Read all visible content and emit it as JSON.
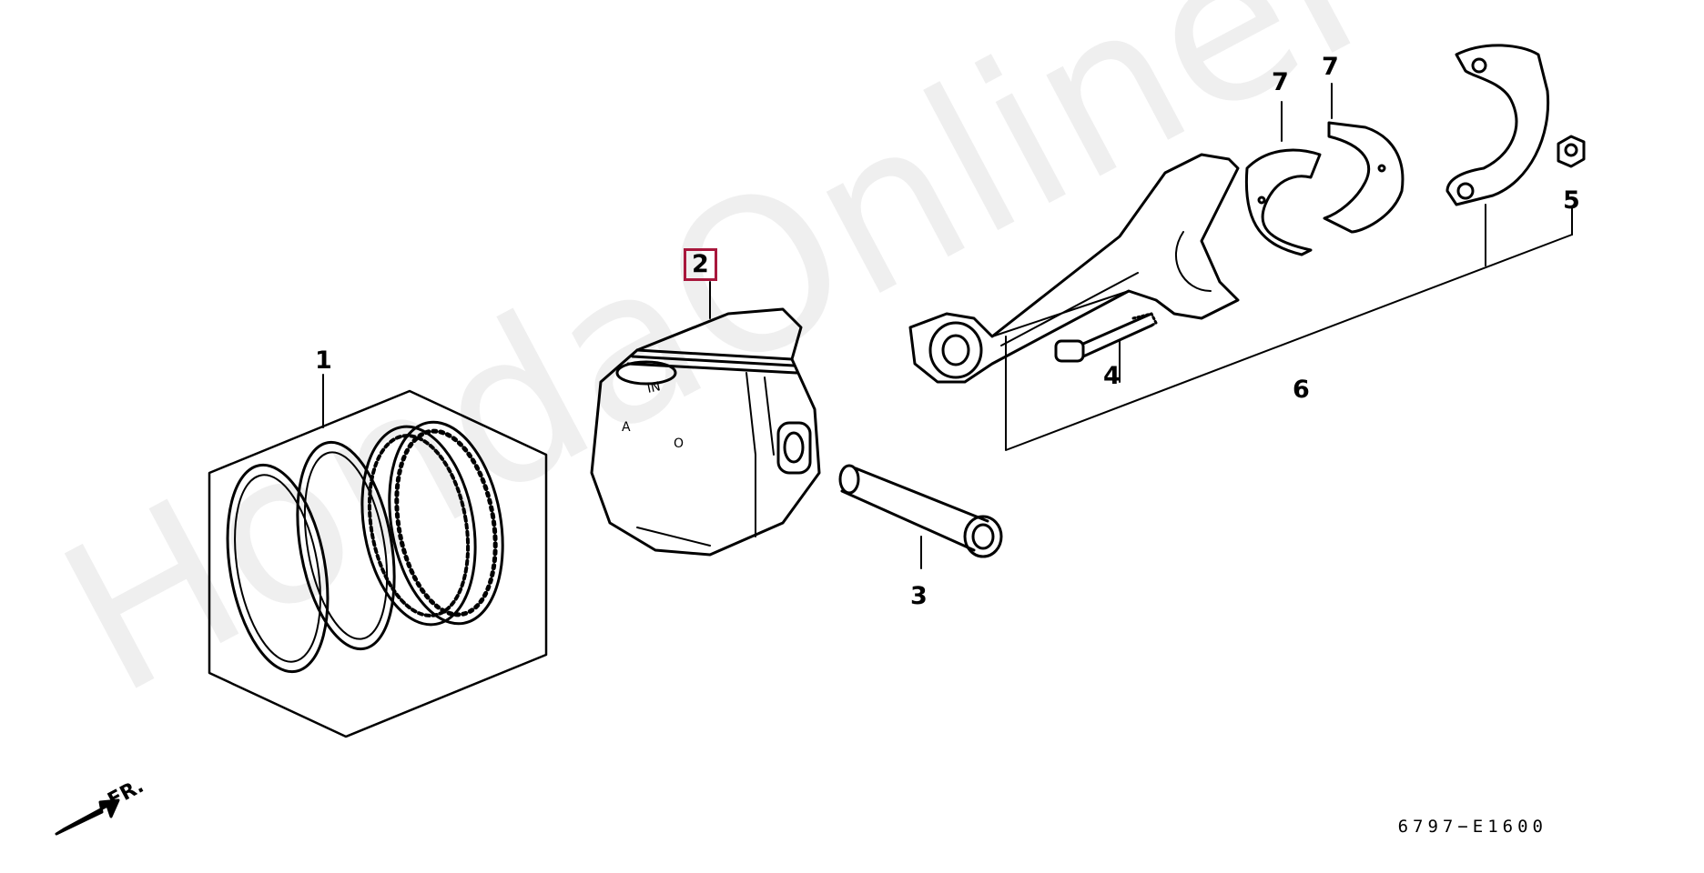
{
  "watermark": "HondaOnlineParts.ru",
  "direction_label": "FR.",
  "diagram_code": "6797−E1600",
  "piston_markings": [
    "IN",
    "A",
    "O"
  ],
  "highlight_color": "#a8173c",
  "callouts": [
    {
      "id": "1",
      "label": "1",
      "highlighted": false
    },
    {
      "id": "2",
      "label": "2",
      "highlighted": true
    },
    {
      "id": "3",
      "label": "3",
      "highlighted": false
    },
    {
      "id": "4",
      "label": "4",
      "highlighted": false
    },
    {
      "id": "5",
      "label": "5",
      "highlighted": false
    },
    {
      "id": "6",
      "label": "6",
      "highlighted": false
    },
    {
      "id": "7a",
      "label": "7",
      "highlighted": false
    },
    {
      "id": "7b",
      "label": "7",
      "highlighted": false
    }
  ]
}
